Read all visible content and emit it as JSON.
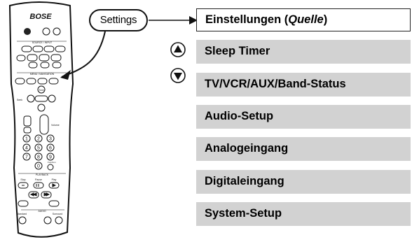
{
  "remote": {
    "brand": "BOSE",
    "labels": {
      "source_input": "SOURCE / INPUT",
      "menu_navigation": "MENU / NAVIGATION",
      "tune": "Tune",
      "seek": "Seek",
      "volume": "Volume",
      "playback": "PLAYBACK",
      "stop": "Stop",
      "pause": "Pause",
      "play": "Play",
      "audio": "AUDIO",
      "standard": "Standard",
      "surround": "Surround",
      "function": "Function"
    },
    "digits": [
      "1",
      "2",
      "3",
      "4",
      "5",
      "6",
      "7",
      "8",
      "9",
      "0"
    ]
  },
  "callout": {
    "label": "Settings"
  },
  "menu": {
    "items": [
      {
        "label_prefix": "Einstellungen (",
        "label_italic": "Quelle",
        "label_suffix": ")",
        "selected": true
      },
      {
        "label": "Sleep Timer"
      },
      {
        "label": "TV/VCR/AUX/Band-Status"
      },
      {
        "label": "Audio-Setup"
      },
      {
        "label": "Analogeingang"
      },
      {
        "label": "Digitaleingang"
      },
      {
        "label": "System-Setup"
      }
    ]
  },
  "icons": {
    "up": "up-arrow-button-icon",
    "down": "down-arrow-button-icon"
  }
}
